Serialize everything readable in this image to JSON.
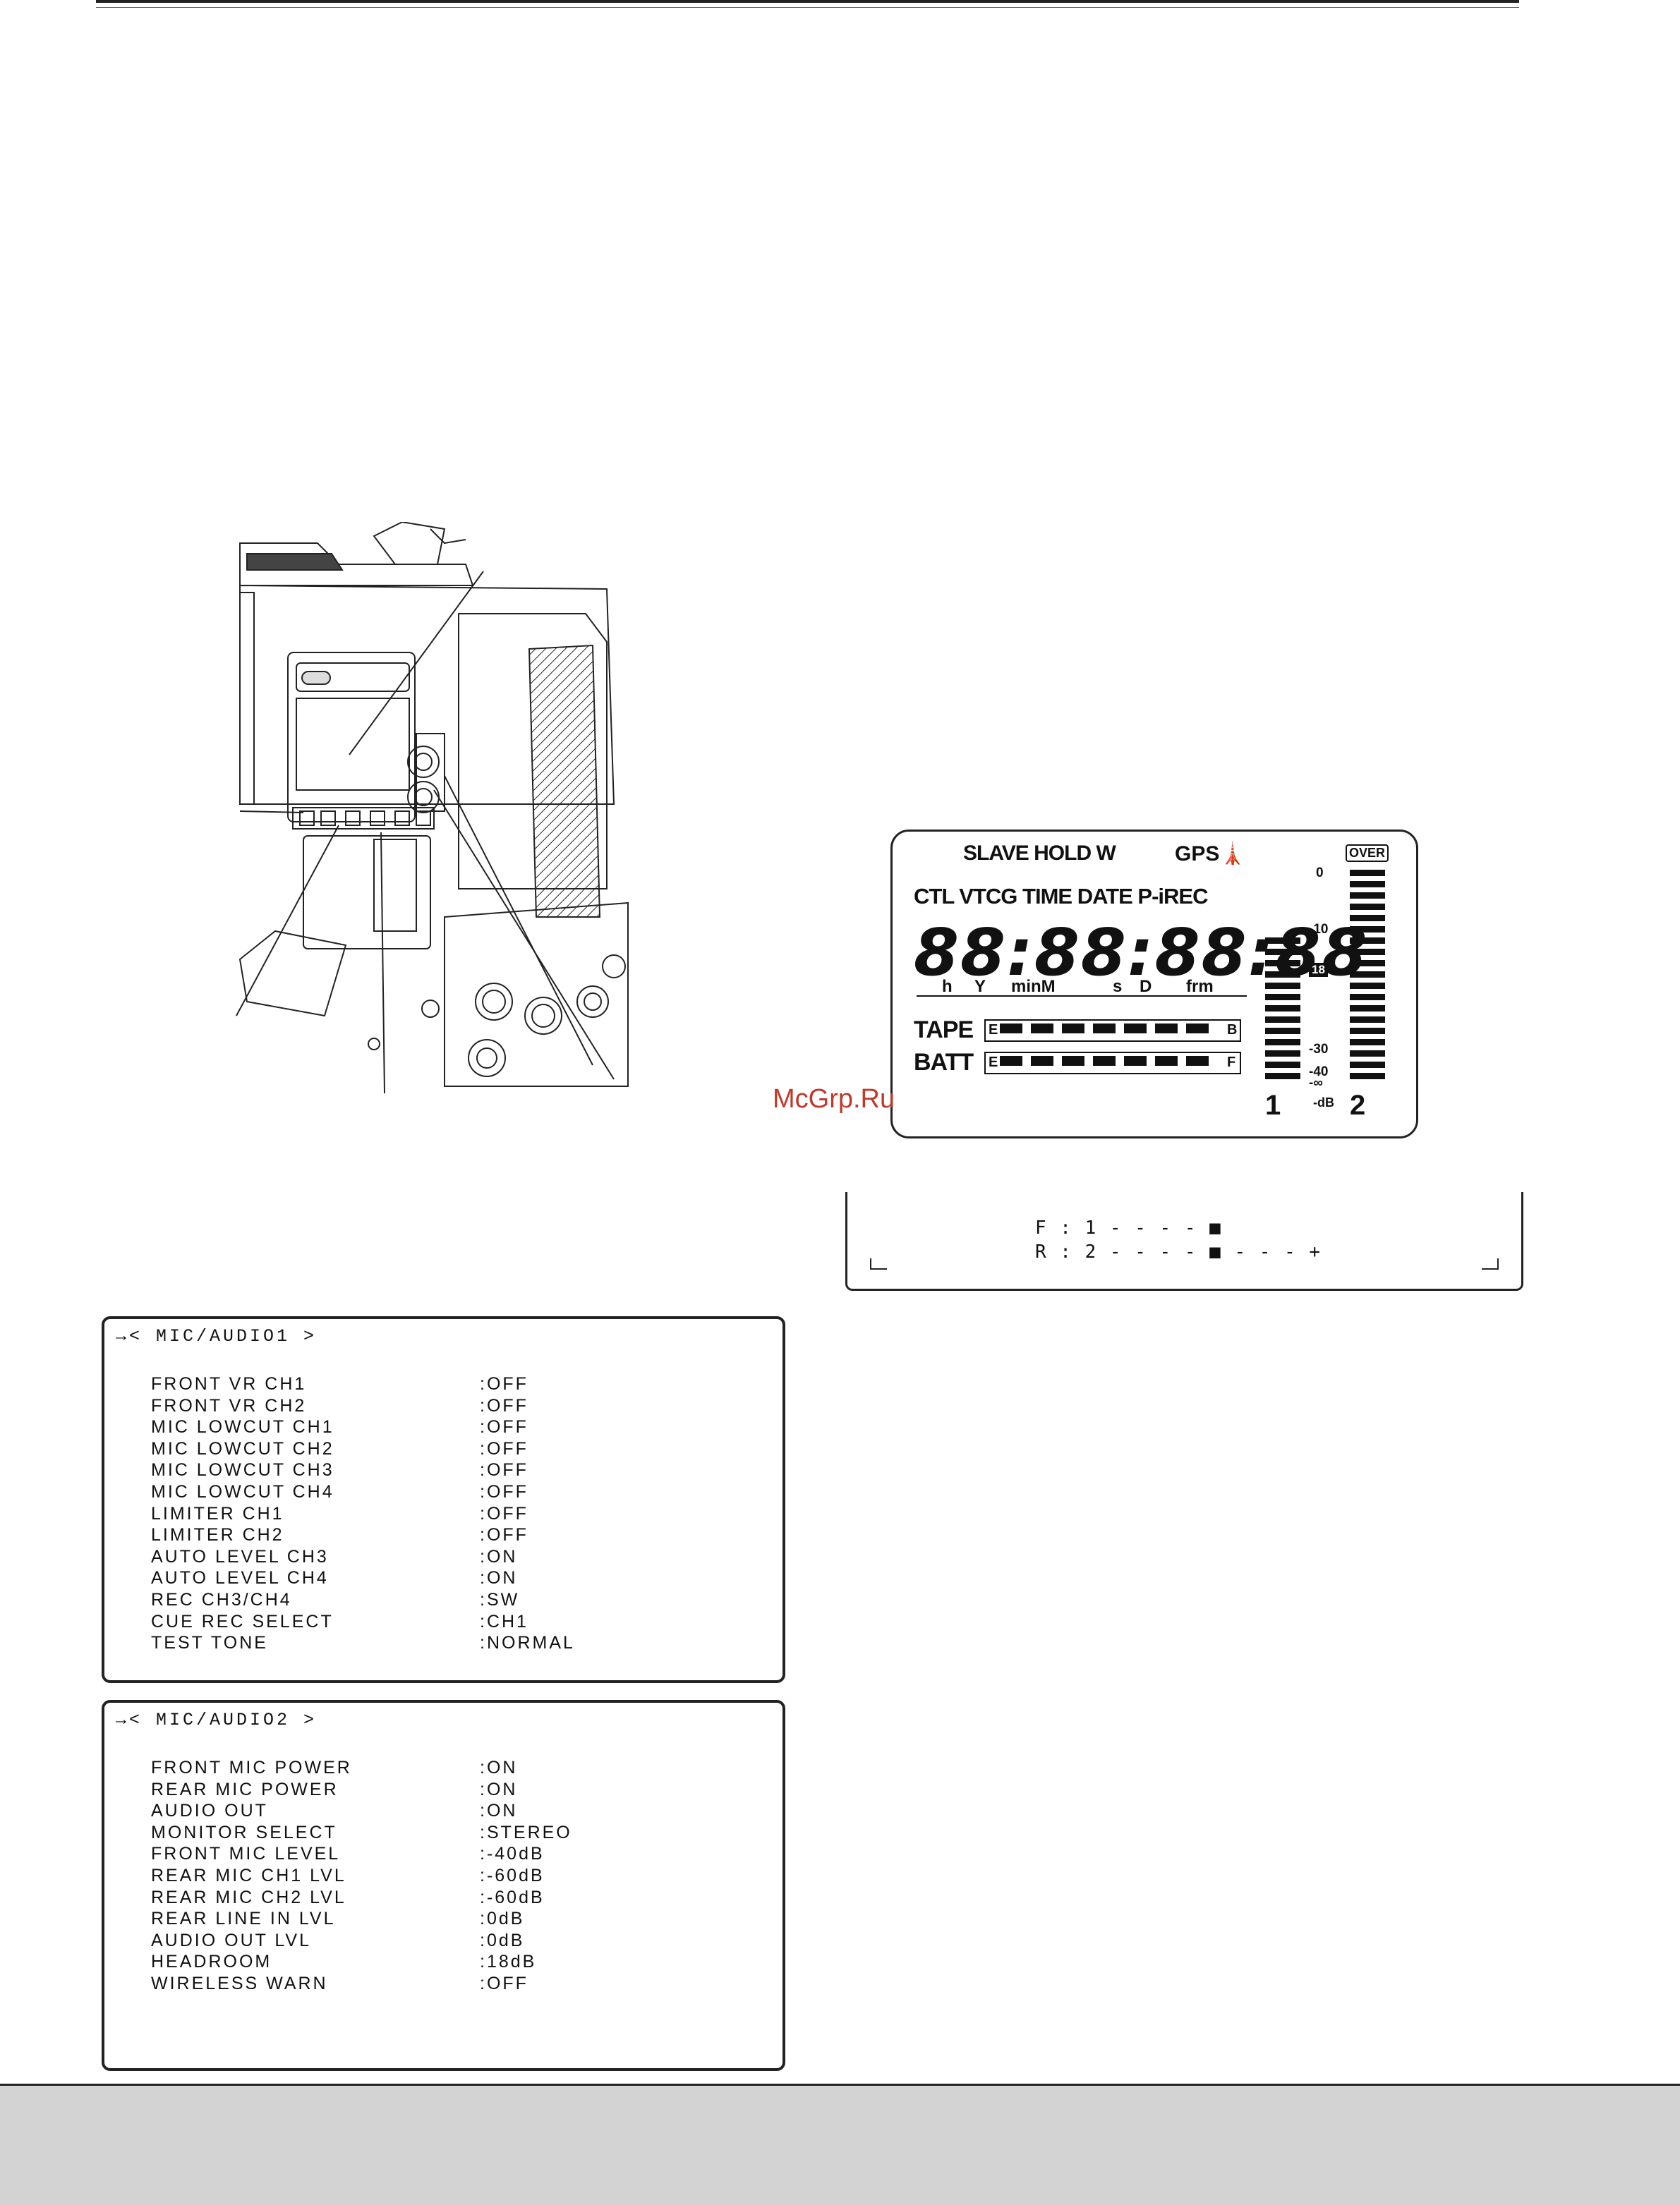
{
  "watermark": "McGrp.Ru",
  "lcd": {
    "row1": [
      "SLAVE HOLD W",
      "GPS"
    ],
    "row2": "CTL VTCG TIME DATE P-iREC",
    "digits": "88:88:88:88",
    "units": [
      "h",
      "Y",
      "minM",
      "s",
      "D",
      "frm"
    ],
    "tape_label": "TAPE",
    "batt_label": "BATT",
    "tape_ends": [
      "E",
      "B"
    ],
    "batt_ends": [
      "E",
      "F"
    ],
    "meter_over": "OVER",
    "meter_scale": [
      "0",
      "-10",
      "18",
      "-30",
      "-40",
      "-∞",
      "-dB"
    ],
    "channels": [
      "1",
      "2"
    ]
  },
  "front_rear_indicator": {
    "front": "F : 1 - - - - ■",
    "rear": "R : 2 - - - - ■ - - - +"
  },
  "menu_audio1": {
    "title": "→< MIC/AUDIO1 >",
    "items": [
      {
        "label": "FRONT VR CH1",
        "value": ":OFF"
      },
      {
        "label": "FRONT VR CH2",
        "value": ":OFF"
      },
      {
        "label": "MIC LOWCUT CH1",
        "value": ":OFF"
      },
      {
        "label": "MIC LOWCUT CH2",
        "value": ":OFF"
      },
      {
        "label": "MIC LOWCUT CH3",
        "value": ":OFF"
      },
      {
        "label": "MIC LOWCUT CH4",
        "value": ":OFF"
      },
      {
        "label": "LIMITER CH1",
        "value": ":OFF"
      },
      {
        "label": "LIMITER CH2",
        "value": ":OFF"
      },
      {
        "label": "AUTO LEVEL CH3",
        "value": ":ON"
      },
      {
        "label": "AUTO LEVEL CH4",
        "value": ":ON"
      },
      {
        "label": "REC CH3/CH4",
        "value": ":SW"
      },
      {
        "label": "CUE REC SELECT",
        "value": ":CH1"
      },
      {
        "label": "TEST TONE",
        "value": ":NORMAL"
      }
    ]
  },
  "menu_audio2": {
    "title": "→< MIC/AUDIO2 >",
    "items": [
      {
        "label": "FRONT MIC POWER",
        "value": ":ON"
      },
      {
        "label": "REAR MIC POWER",
        "value": ":ON"
      },
      {
        "label": "AUDIO OUT",
        "value": ":ON"
      },
      {
        "label": "MONITOR SELECT",
        "value": ":STEREO"
      },
      {
        "label": "FRONT MIC LEVEL",
        "value": ":-40dB"
      },
      {
        "label": "REAR MIC CH1 LVL",
        "value": ":-60dB"
      },
      {
        "label": "REAR MIC CH2 LVL",
        "value": ":-60dB"
      },
      {
        "label": "REAR LINE IN LVL",
        "value": ":0dB"
      },
      {
        "label": "AUDIO OUT LVL",
        "value": ":0dB"
      },
      {
        "label": "HEADROOM",
        "value": ":18dB"
      },
      {
        "label": "WIRELESS WARN",
        "value": ":OFF"
      }
    ]
  }
}
